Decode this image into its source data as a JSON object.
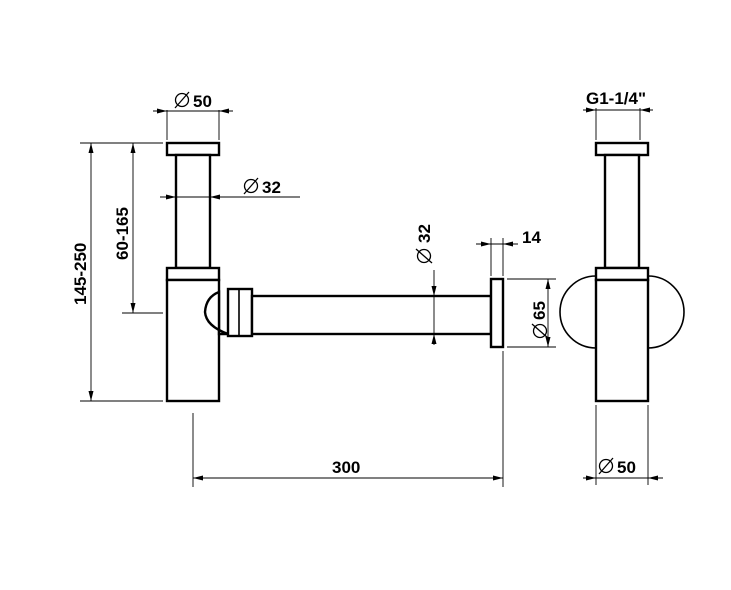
{
  "front_view": {
    "top_diameter": "50",
    "tube_diameter": "32",
    "overall_height": "145-250",
    "adjust_height": "60-165",
    "outlet_diameter": "32",
    "flange_thickness": "14",
    "flange_diameter": "65",
    "projection_length": "300"
  },
  "side_view": {
    "thread": "G1-1/4\"",
    "body_diameter": "50"
  },
  "colors": {
    "line": "#000000",
    "background": "#ffffff"
  },
  "symbols": {
    "diameter": "diameter-symbol"
  }
}
